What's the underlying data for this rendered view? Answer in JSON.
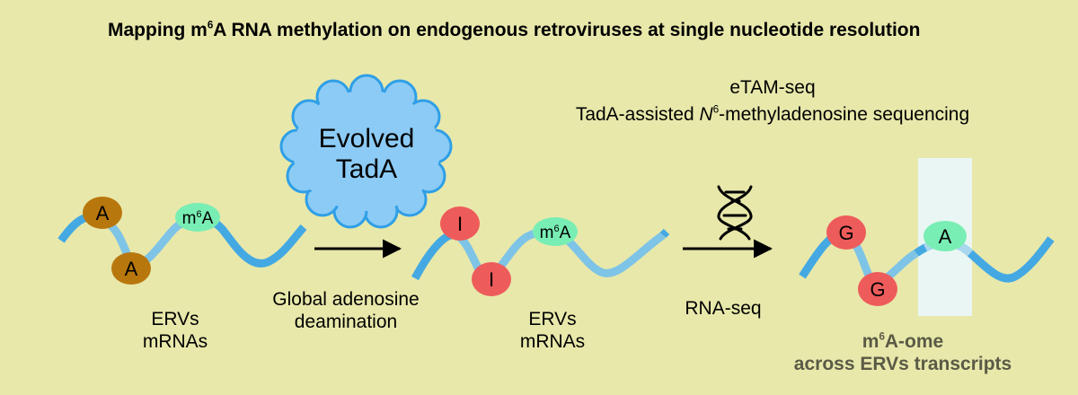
{
  "title": {
    "pre": "Mapping m",
    "sup": "6",
    "post": "A RNA methylation on endogenous retroviruses at single nucleotide resolution"
  },
  "method": {
    "name": "eTAM-seq",
    "full_pre": "TadA-assisted ",
    "full_n": "N",
    "full_sup": "6",
    "full_post": "-methyladenosine sequencing"
  },
  "enzyme": {
    "line1": "Evolved",
    "line2": "TadA"
  },
  "steps": {
    "deamination": {
      "line1": "Global adenosine",
      "line2": "deamination"
    },
    "sequencing": "RNA-seq"
  },
  "strands": {
    "input": {
      "line1": "ERVs",
      "line2": "mRNAs",
      "bases": [
        "A",
        "A"
      ],
      "mod_base": "A",
      "mod_sup": "6",
      "mod_prefix": "m"
    },
    "deaminated": {
      "line1": "ERVs",
      "line2": "mRNAs",
      "bases": [
        "I",
        "I"
      ],
      "mod_base": "A",
      "mod_sup": "6",
      "mod_prefix": "m"
    },
    "read": {
      "bases": [
        "G",
        "G"
      ],
      "mod_base": "A"
    }
  },
  "result": {
    "line1_pre": "m",
    "line1_sup": "6",
    "line1_post": "A-ome",
    "line2": "across ERVs transcripts"
  },
  "colors": {
    "background": "#e8e8ab",
    "strand": "#44a9e2",
    "strand_light": "#7ec4e6",
    "adenosine": "#b8770d",
    "inosine_guanosine": "#ee5b5b",
    "m6a": "#79eeb4",
    "cloud": "#8ccbf5",
    "highlight": "#e9f6f3"
  },
  "icons": {
    "sequencing": "dna-helix-icon",
    "arrow": "right-arrow-icon"
  }
}
